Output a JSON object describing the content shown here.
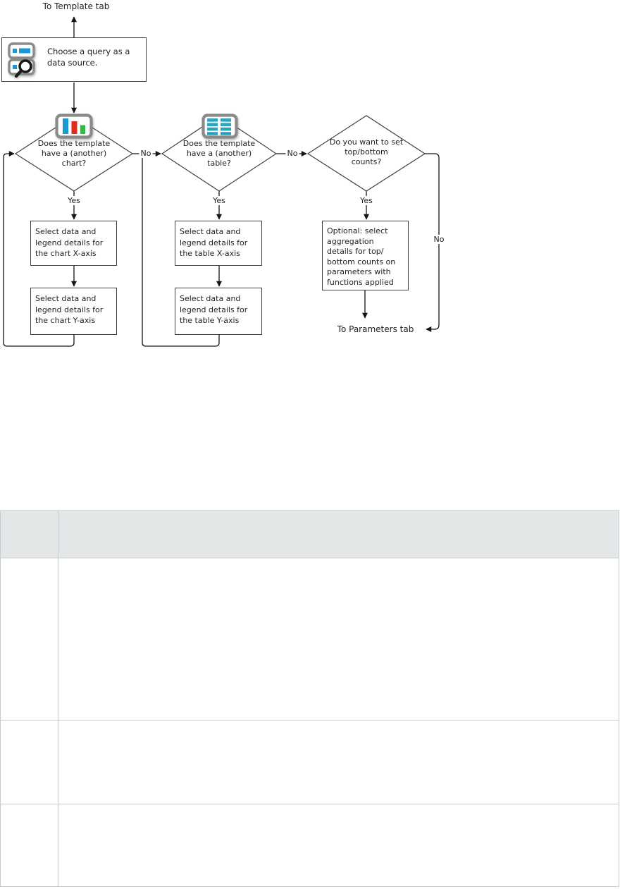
{
  "flowchart": {
    "entry_label": "To Template tab",
    "exit_label": "To Parameters tab",
    "yes_label": "Yes",
    "no_label": "No",
    "start": {
      "icon": "query-search-icon",
      "text": "Choose a query as a\ndata source."
    },
    "decisions": {
      "chart": {
        "icon": "bar-chart-icon",
        "question": "Does the template\nhave a (another)\nchart?"
      },
      "table": {
        "icon": "data-table-icon",
        "question": "Does the template\nhave a (another)\ntable?"
      },
      "counts": {
        "question": "Do you want to set\ntop/bottom\ncounts?"
      }
    },
    "steps": {
      "chart_x": "Select data and\nlegend details for\nthe chart X-axis",
      "chart_y": "Select data and\nlegend details for\nthe chart Y-axis",
      "table_x": "Select data and\nlegend details for\nthe table X-axis",
      "table_y": "Select data and\nlegend details for\nthe table Y-axis",
      "optional_agg": "Optional: select\naggregation\ndetails for top/\nbottom counts on\nparameters with\nfunctions applied"
    },
    "colors": {
      "line": "#141414",
      "node_border": "#3f3f3f",
      "icon_frame": "#8a8a8a",
      "blue": "#1899d6",
      "red": "#e02b20",
      "green": "#35b44a",
      "teal": "#2ca3bd"
    }
  },
  "doc_table": {
    "colors": {
      "header_bg": "#e3e7e8",
      "border": "#c6cbcd"
    },
    "header": [
      "",
      ""
    ],
    "rows": [
      [
        "",
        ""
      ],
      [
        "",
        ""
      ],
      [
        "",
        ""
      ]
    ]
  }
}
